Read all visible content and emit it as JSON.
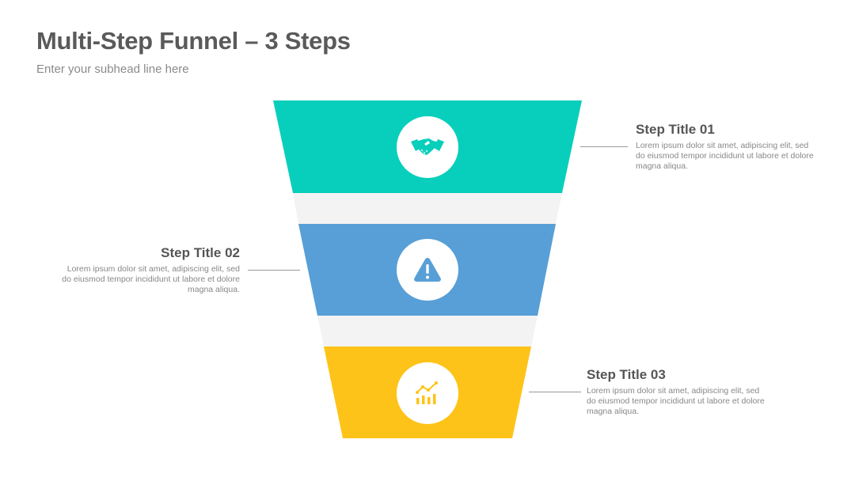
{
  "header": {
    "title": "Multi-Step Funnel – 3 Steps",
    "subtitle": "Enter your subhead line here"
  },
  "colors": {
    "step1": "#08cfbb",
    "step2": "#579fd6",
    "step3": "#fec318",
    "gap": "#f3f3f3",
    "icon_bg": "#ffffff"
  },
  "steps": [
    {
      "title": "Step Title 01",
      "description": "Lorem ipsum dolor sit amet, adipiscing elit, sed do eiusmod tempor incididunt ut labore et dolore magna aliqua.",
      "icon": "handshake-icon"
    },
    {
      "title": "Step Title 02",
      "description": "Lorem ipsum dolor sit amet, adipiscing elit, sed do eiusmod tempor incididunt ut labore et dolore magna aliqua.",
      "icon": "warning-icon"
    },
    {
      "title": "Step Title 03",
      "description": "Lorem ipsum dolor sit amet, adipiscing elit, sed do eiusmod tempor incididunt ut labore et dolore magna aliqua.",
      "icon": "analytics-chart-icon"
    }
  ]
}
